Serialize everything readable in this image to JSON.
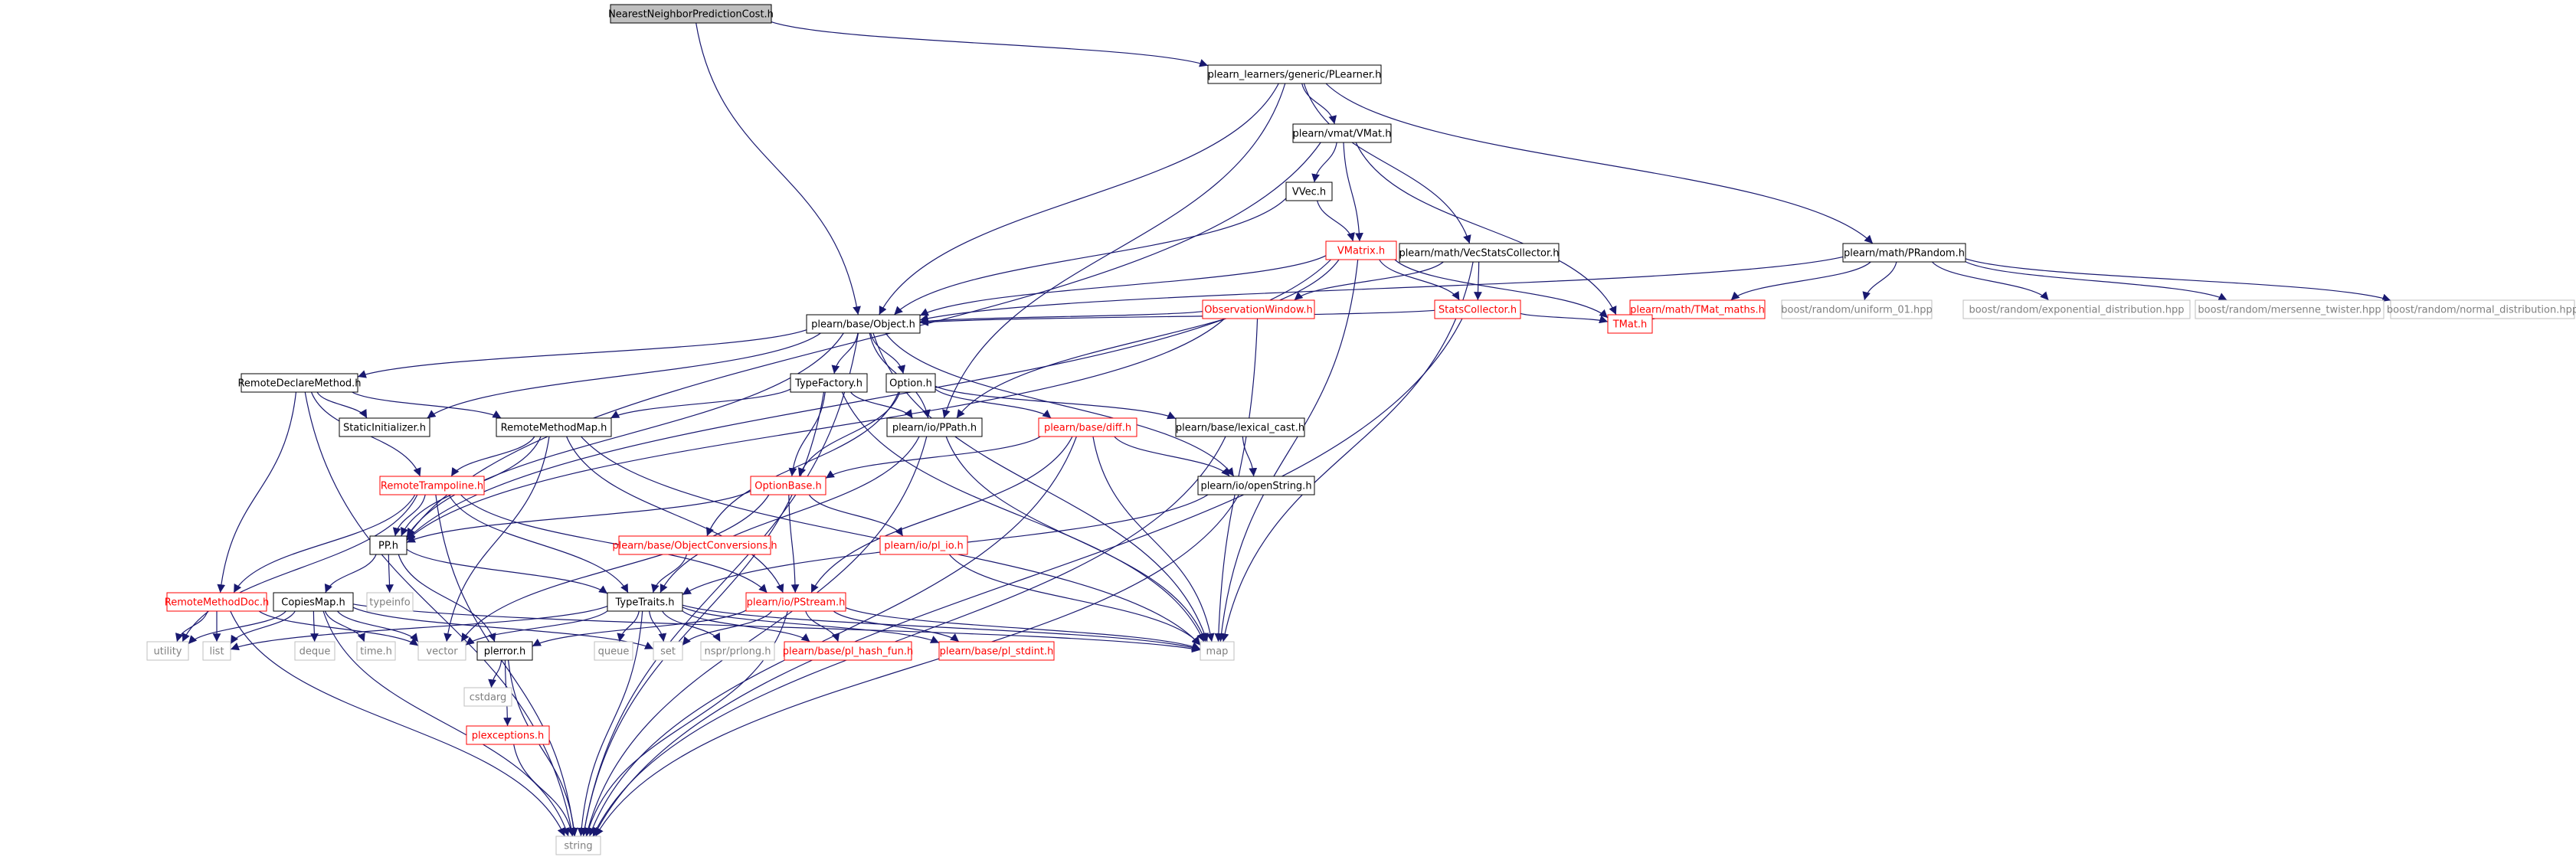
{
  "colors": {
    "edge": "#191970",
    "box_border_black": "#000000",
    "box_border_red": "#ff0000",
    "box_border_gray": "#bfbfbf",
    "box_fill_root": "#bfbfbf",
    "box_fill": "#ffffff",
    "text_black": "#000000",
    "text_red": "#ff0000",
    "text_gray": "#7f7f7f"
  },
  "nodes": [
    {
      "id": "root",
      "label": "NearestNeighborPredictionCost.h",
      "style": "root"
    },
    {
      "id": "plearner",
      "label": "plearn_learners/generic/PLearner.h",
      "style": "normal"
    },
    {
      "id": "vmat",
      "label": "plearn/vmat/VMat.h",
      "style": "normal"
    },
    {
      "id": "vvec",
      "label": "VVec.h",
      "style": "normal"
    },
    {
      "id": "vmatrix",
      "label": "VMatrix.h",
      "style": "red"
    },
    {
      "id": "vecstats",
      "label": "plearn/math/VecStatsCollector.h",
      "style": "normal"
    },
    {
      "id": "prandom",
      "label": "plearn/math/PRandom.h",
      "style": "normal"
    },
    {
      "id": "obswin",
      "label": "ObservationWindow.h",
      "style": "red"
    },
    {
      "id": "statscol",
      "label": "StatsCollector.h",
      "style": "red"
    },
    {
      "id": "tmatmaths",
      "label": "plearn/math/TMat_maths.h",
      "style": "red"
    },
    {
      "id": "uniform01",
      "label": "boost/random/uniform_01.hpp",
      "style": "gray"
    },
    {
      "id": "expdist",
      "label": "boost/random/exponential_distribution.hpp",
      "style": "gray"
    },
    {
      "id": "mersenne",
      "label": "boost/random/mersenne_twister.hpp",
      "style": "gray"
    },
    {
      "id": "normdist",
      "label": "boost/random/normal_distribution.hpp",
      "style": "gray"
    },
    {
      "id": "tmat",
      "label": "TMat.h",
      "style": "red"
    },
    {
      "id": "object",
      "label": "plearn/base/Object.h",
      "style": "normal"
    },
    {
      "id": "rdm",
      "label": "RemoteDeclareMethod.h",
      "style": "normal"
    },
    {
      "id": "typefactory",
      "label": "TypeFactory.h",
      "style": "normal"
    },
    {
      "id": "option",
      "label": "Option.h",
      "style": "normal"
    },
    {
      "id": "staticinit",
      "label": "StaticInitializer.h",
      "style": "normal"
    },
    {
      "id": "rmm",
      "label": "RemoteMethodMap.h",
      "style": "normal"
    },
    {
      "id": "ppath",
      "label": "plearn/io/PPath.h",
      "style": "normal"
    },
    {
      "id": "diff",
      "label": "plearn/base/diff.h",
      "style": "red"
    },
    {
      "id": "lexcast",
      "label": "plearn/base/lexical_cast.h",
      "style": "normal"
    },
    {
      "id": "optionbase",
      "label": "OptionBase.h",
      "style": "red"
    },
    {
      "id": "openstring",
      "label": "plearn/io/openString.h",
      "style": "normal"
    },
    {
      "id": "remotetramp",
      "label": "RemoteTrampoline.h",
      "style": "red"
    },
    {
      "id": "pp",
      "label": "PP.h",
      "style": "normal"
    },
    {
      "id": "objconv",
      "label": "plearn/base/ObjectConversions.h",
      "style": "red"
    },
    {
      "id": "pl_io",
      "label": "plearn/io/pl_io.h",
      "style": "red"
    },
    {
      "id": "typeinfo",
      "label": "typeinfo",
      "style": "gray"
    },
    {
      "id": "rmdoc",
      "label": "RemoteMethodDoc.h",
      "style": "red"
    },
    {
      "id": "copiesmap",
      "label": "CopiesMap.h",
      "style": "normal"
    },
    {
      "id": "typetraits",
      "label": "TypeTraits.h",
      "style": "normal"
    },
    {
      "id": "pstream",
      "label": "plearn/io/PStream.h",
      "style": "red"
    },
    {
      "id": "utility",
      "label": "utility",
      "style": "gray"
    },
    {
      "id": "list",
      "label": "list",
      "style": "gray"
    },
    {
      "id": "deque",
      "label": "deque",
      "style": "gray"
    },
    {
      "id": "timeh",
      "label": "time.h",
      "style": "gray"
    },
    {
      "id": "vector",
      "label": "vector",
      "style": "gray"
    },
    {
      "id": "plerror",
      "label": "plerror.h",
      "style": "normal"
    },
    {
      "id": "queue",
      "label": "queue",
      "style": "gray"
    },
    {
      "id": "set",
      "label": "set",
      "style": "gray"
    },
    {
      "id": "nsprlong",
      "label": "nspr/prlong.h",
      "style": "gray"
    },
    {
      "id": "hashfun",
      "label": "plearn/base/pl_hash_fun.h",
      "style": "red"
    },
    {
      "id": "stdint",
      "label": "plearn/base/pl_stdint.h",
      "style": "red"
    },
    {
      "id": "map",
      "label": "map",
      "style": "gray"
    },
    {
      "id": "cstdarg",
      "label": "cstdarg",
      "style": "gray"
    },
    {
      "id": "plexceptions",
      "label": "plexceptions.h",
      "style": "red"
    },
    {
      "id": "string",
      "label": "string",
      "style": "gray"
    }
  ],
  "edges": [
    [
      "root",
      "plearner"
    ],
    [
      "root",
      "object"
    ],
    [
      "plearner",
      "vmat"
    ],
    [
      "plearner",
      "vecstats"
    ],
    [
      "plearner",
      "prandom"
    ],
    [
      "plearner",
      "object"
    ],
    [
      "plearner",
      "ppath"
    ],
    [
      "vmat",
      "vvec"
    ],
    [
      "vmat",
      "vmatrix"
    ],
    [
      "vmat",
      "tmat"
    ],
    [
      "vmat",
      "pp"
    ],
    [
      "vvec",
      "vmatrix"
    ],
    [
      "vvec",
      "object"
    ],
    [
      "vmatrix",
      "object"
    ],
    [
      "vmatrix",
      "statscol"
    ],
    [
      "vmatrix",
      "tmat"
    ],
    [
      "vmatrix",
      "ppath"
    ],
    [
      "vmatrix",
      "map"
    ],
    [
      "vmatrix",
      "pp"
    ],
    [
      "vecstats",
      "statscol"
    ],
    [
      "vecstats",
      "obswin"
    ],
    [
      "vecstats",
      "map"
    ],
    [
      "prandom",
      "object"
    ],
    [
      "prandom",
      "tmatmaths"
    ],
    [
      "prandom",
      "uniform01"
    ],
    [
      "prandom",
      "expdist"
    ],
    [
      "prandom",
      "mersenne"
    ],
    [
      "prandom",
      "normdist"
    ],
    [
      "tmatmaths",
      "tmat"
    ],
    [
      "obswin",
      "object"
    ],
    [
      "obswin",
      "map"
    ],
    [
      "obswin",
      "pp"
    ],
    [
      "statscol",
      "object"
    ],
    [
      "statscol",
      "tmat"
    ],
    [
      "statscol",
      "string"
    ],
    [
      "object",
      "rdm"
    ],
    [
      "object",
      "typefactory"
    ],
    [
      "object",
      "option"
    ],
    [
      "object",
      "staticinit"
    ],
    [
      "object",
      "ppath"
    ],
    [
      "object",
      "pp"
    ],
    [
      "object",
      "map"
    ],
    [
      "object",
      "string"
    ],
    [
      "object",
      "openstring"
    ],
    [
      "rdm",
      "staticinit"
    ],
    [
      "rdm",
      "rmm"
    ],
    [
      "rdm",
      "remotetramp"
    ],
    [
      "rdm",
      "rmdoc"
    ],
    [
      "rdm",
      "string"
    ],
    [
      "typefactory",
      "rmm"
    ],
    [
      "typefactory",
      "optionbase"
    ],
    [
      "typefactory",
      "ppath"
    ],
    [
      "typefactory",
      "map"
    ],
    [
      "typefactory",
      "string"
    ],
    [
      "option",
      "optionbase"
    ],
    [
      "option",
      "diff"
    ],
    [
      "option",
      "lexcast"
    ],
    [
      "option",
      "objconv"
    ],
    [
      "rmm",
      "remotetramp"
    ],
    [
      "rmm",
      "pp"
    ],
    [
      "rmm",
      "vector"
    ],
    [
      "rmm",
      "map"
    ],
    [
      "rmm",
      "pstream"
    ],
    [
      "ppath",
      "typetraits"
    ],
    [
      "ppath",
      "map"
    ],
    [
      "ppath",
      "string"
    ],
    [
      "diff",
      "optionbase"
    ],
    [
      "diff",
      "openstring"
    ],
    [
      "diff",
      "pstream"
    ],
    [
      "diff",
      "map"
    ],
    [
      "diff",
      "string"
    ],
    [
      "lexcast",
      "openstring"
    ],
    [
      "lexcast",
      "string"
    ],
    [
      "optionbase",
      "pp"
    ],
    [
      "optionbase",
      "pl_io"
    ],
    [
      "optionbase",
      "pstream"
    ],
    [
      "optionbase",
      "vector"
    ],
    [
      "openstring",
      "typetraits"
    ],
    [
      "openstring",
      "string"
    ],
    [
      "remotetramp",
      "pp"
    ],
    [
      "remotetramp",
      "rmdoc"
    ],
    [
      "remotetramp",
      "typetraits"
    ],
    [
      "remotetramp",
      "pstream"
    ],
    [
      "remotetramp",
      "utility"
    ],
    [
      "remotetramp",
      "string"
    ],
    [
      "pp",
      "copiesmap"
    ],
    [
      "pp",
      "typeinfo"
    ],
    [
      "pp",
      "typetraits"
    ],
    [
      "pp",
      "plerror"
    ],
    [
      "objconv",
      "typetraits"
    ],
    [
      "pl_io",
      "map"
    ],
    [
      "rmdoc",
      "utility"
    ],
    [
      "rmdoc",
      "list"
    ],
    [
      "rmdoc",
      "vector"
    ],
    [
      "rmdoc",
      "string"
    ],
    [
      "copiesmap",
      "list"
    ],
    [
      "copiesmap",
      "deque"
    ],
    [
      "copiesmap",
      "timeh"
    ],
    [
      "copiesmap",
      "vector"
    ],
    [
      "copiesmap",
      "utility"
    ],
    [
      "copiesmap",
      "set"
    ],
    [
      "copiesmap",
      "map"
    ],
    [
      "copiesmap",
      "string"
    ],
    [
      "typetraits",
      "list"
    ],
    [
      "typetraits",
      "vector"
    ],
    [
      "typetraits",
      "queue"
    ],
    [
      "typetraits",
      "set"
    ],
    [
      "typetraits",
      "map"
    ],
    [
      "typetraits",
      "string"
    ],
    [
      "typetraits",
      "hashfun"
    ],
    [
      "typetraits",
      "stdint"
    ],
    [
      "typetraits",
      "nsprlong"
    ],
    [
      "pstream",
      "plerror"
    ],
    [
      "pstream",
      "set"
    ],
    [
      "pstream",
      "hashfun"
    ],
    [
      "pstream",
      "stdint"
    ],
    [
      "pstream",
      "map"
    ],
    [
      "pstream",
      "string"
    ],
    [
      "plerror",
      "cstdarg"
    ],
    [
      "plerror",
      "plexceptions"
    ],
    [
      "plerror",
      "string"
    ],
    [
      "plexceptions",
      "string"
    ]
  ]
}
